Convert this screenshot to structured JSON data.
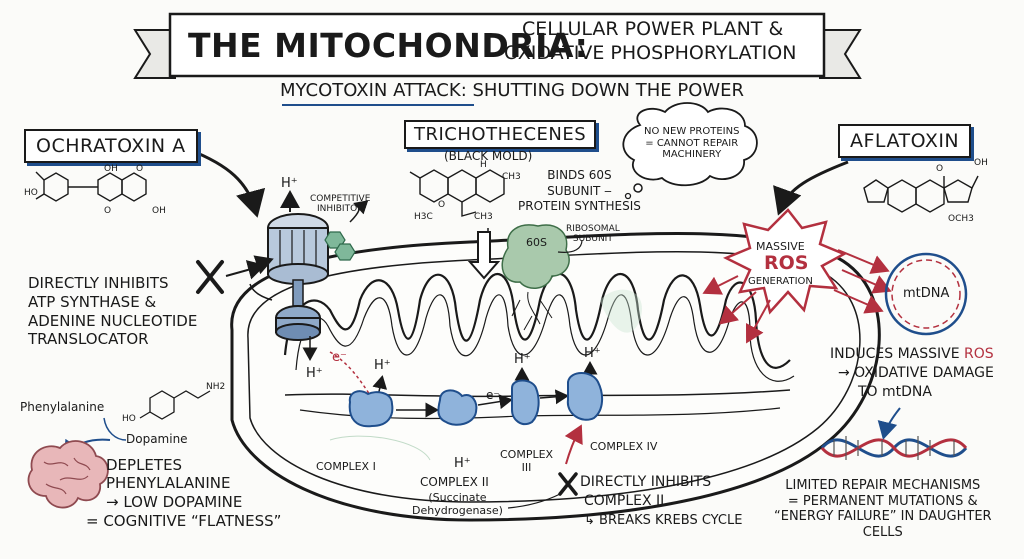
{
  "title": {
    "main": "THE MITOCHONDRIA:",
    "sub_line1": "CELLULAR POWER PLANT &",
    "sub_line2": "OXIDATIVE PHOSPHORYLATION"
  },
  "subtitle": {
    "highlight": "MYCOTOXIN ATTACK",
    "rest": ": SHUTTING DOWN THE POWER"
  },
  "toxins": {
    "ochratoxin": "OCHRATOXIN A",
    "trichothecenes": "TRICHOTHECENES",
    "black_mold": "(BLACK MOLD)",
    "aflatoxin": "AFLATOXIN"
  },
  "thought_bubble": "NO NEW PROTEINS\n= CANNOT REPAIR\nMACHINERY",
  "binds_text": "BINDS 60S\nSUBUNIT ‒\nPROTEIN SYNTHESIS",
  "ribosome": {
    "label": "60S",
    "caption": "RIBOSOMAL\nSUBUNIT"
  },
  "competitive_inhibitor": "COMPETITIVE\nINHIBITOR",
  "ros_burst": {
    "line1": "MASSIVE",
    "line2": "ROS",
    "line3": "GENERATION"
  },
  "mtdna": "mtDNA",
  "left_effect": "DIRECTLY INHIBITS\nATP SYNTHASE &\nADENINE NUCLEOTIDE\nTRANSLOCATOR",
  "phe": {
    "phenylalanine": "Phenylalanine",
    "dopamine": "Dopamine",
    "effect_line1": "DEPLETES",
    "effect_line2": "PHENYLALANINE",
    "effect_line3": "→ LOW DOPAMINE",
    "effect_line4": "= COGNITIVE “FLATNESS”"
  },
  "complexes": {
    "c1": "COMPLEX I",
    "c2": "COMPLEX II",
    "c2_name": "(Succinate\nDehydrogenase)",
    "c3": "COMPLEX\nIII",
    "c4": "COMPLEX IV"
  },
  "symbols": {
    "hplus": "H⁺",
    "eminus": "e⁻"
  },
  "complex2_effect": {
    "line1": "DIRECTLY INHIBITS",
    "line2": "COMPLEX II",
    "line3": "↳ BREAKS KREBS CYCLE"
  },
  "ros_effect": {
    "line1_pre": "INDUCES MASSIVE ",
    "line1_ros": "ROS",
    "line2": "→ OXIDATIVE DAMAGE",
    "line3": "TO mtDNA"
  },
  "repair": "LIMITED REPAIR MECHANISMS\n= PERMANENT MUTATIONS &\n“ENERGY FAILURE” IN DAUGHTER\nCELLS",
  "molecule_labels": {
    "och_ho": "HO",
    "och_oh1": "OH",
    "och_o1": "O",
    "och_o2": "O",
    "och_oh2": "OH",
    "tri_ch3a": "CH3",
    "tri_h": "H",
    "tri_o": "O",
    "tri_h3c": "H3C",
    "tri_ch3b": "CH3",
    "afl_o1": "O",
    "afl_oh": "OH",
    "afl_och3": "OCH3",
    "nh2": "NH2",
    "ho": "HO"
  },
  "colors": {
    "accent_blue": "#1f4e8c",
    "ros_red": "#b3303f",
    "complex_blue": "#8fb3db",
    "ribosome_green": "#a9c9ac"
  }
}
